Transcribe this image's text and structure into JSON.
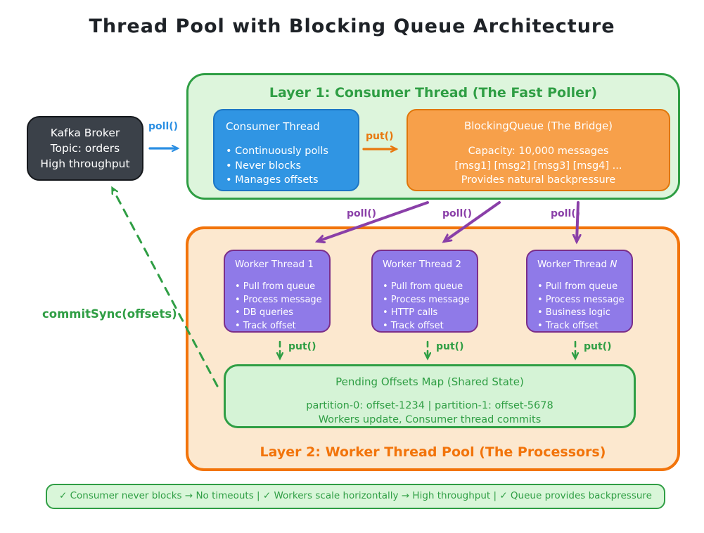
{
  "title": "Thread Pool with Blocking Queue Architecture",
  "colors": {
    "green": "#2f9e44",
    "light_green": "#ddf5dc",
    "orange": "#f2740b",
    "light_orange": "#fce8cf",
    "queue_orange": "#f7a04a",
    "blue": "#3095e3",
    "purple": "#8f7ae8",
    "purple_border": "#7b2e8a",
    "arrow_purple": "#8a3fa8",
    "kafka_dark": "#3b4149"
  },
  "kafka_broker": {
    "line1": "Kafka Broker",
    "line2": "Topic: orders",
    "line3": "High throughput"
  },
  "layer1": {
    "label": "Layer 1: Consumer Thread (The Fast Poller)",
    "consumer_thread": {
      "title": "Consumer Thread",
      "bullets": [
        "• Continuously polls",
        "• Never blocks",
        "• Manages offsets"
      ]
    },
    "blocking_queue": {
      "title": "BlockingQueue (The Bridge)",
      "lines": [
        "Capacity: 10,000 messages",
        "[msg1] [msg2] [msg3] [msg4] ...",
        "Provides natural backpressure"
      ]
    }
  },
  "layer2": {
    "label": "Layer 2: Worker Thread Pool (The Processors)",
    "workers": [
      {
        "title": "Worker Thread 1",
        "title_em": "",
        "bullets": [
          "• Pull from queue",
          "• Process message",
          "• DB queries",
          "• Track offset"
        ]
      },
      {
        "title": "Worker Thread 2",
        "title_em": "",
        "bullets": [
          "• Pull from queue",
          "• Process message",
          "• HTTP calls",
          "• Track offset"
        ]
      },
      {
        "title": "Worker Thread ",
        "title_em": "N",
        "bullets": [
          "• Pull from queue",
          "• Process message",
          "• Business logic",
          "• Track offset"
        ]
      }
    ],
    "pending_offsets": {
      "title": "Pending Offsets Map (Shared State)",
      "lines": [
        "partition-0: offset-1234 | partition-1: offset-5678",
        "Workers update, Consumer thread commits"
      ]
    }
  },
  "arrows": {
    "poll_from_kafka": "poll()",
    "put_to_queue": "put()",
    "poll_worker_1": "poll()",
    "poll_worker_2": "poll()",
    "poll_worker_n": "poll()",
    "put_worker_1": "put()",
    "put_worker_2": "put()",
    "put_worker_n": "put()",
    "commit_sync": "commitSync(offsets)"
  },
  "footer": {
    "text": "✓ Consumer never blocks → No timeouts | ✓ Workers scale horizontally → High throughput | ✓ Queue provides backpressure"
  }
}
